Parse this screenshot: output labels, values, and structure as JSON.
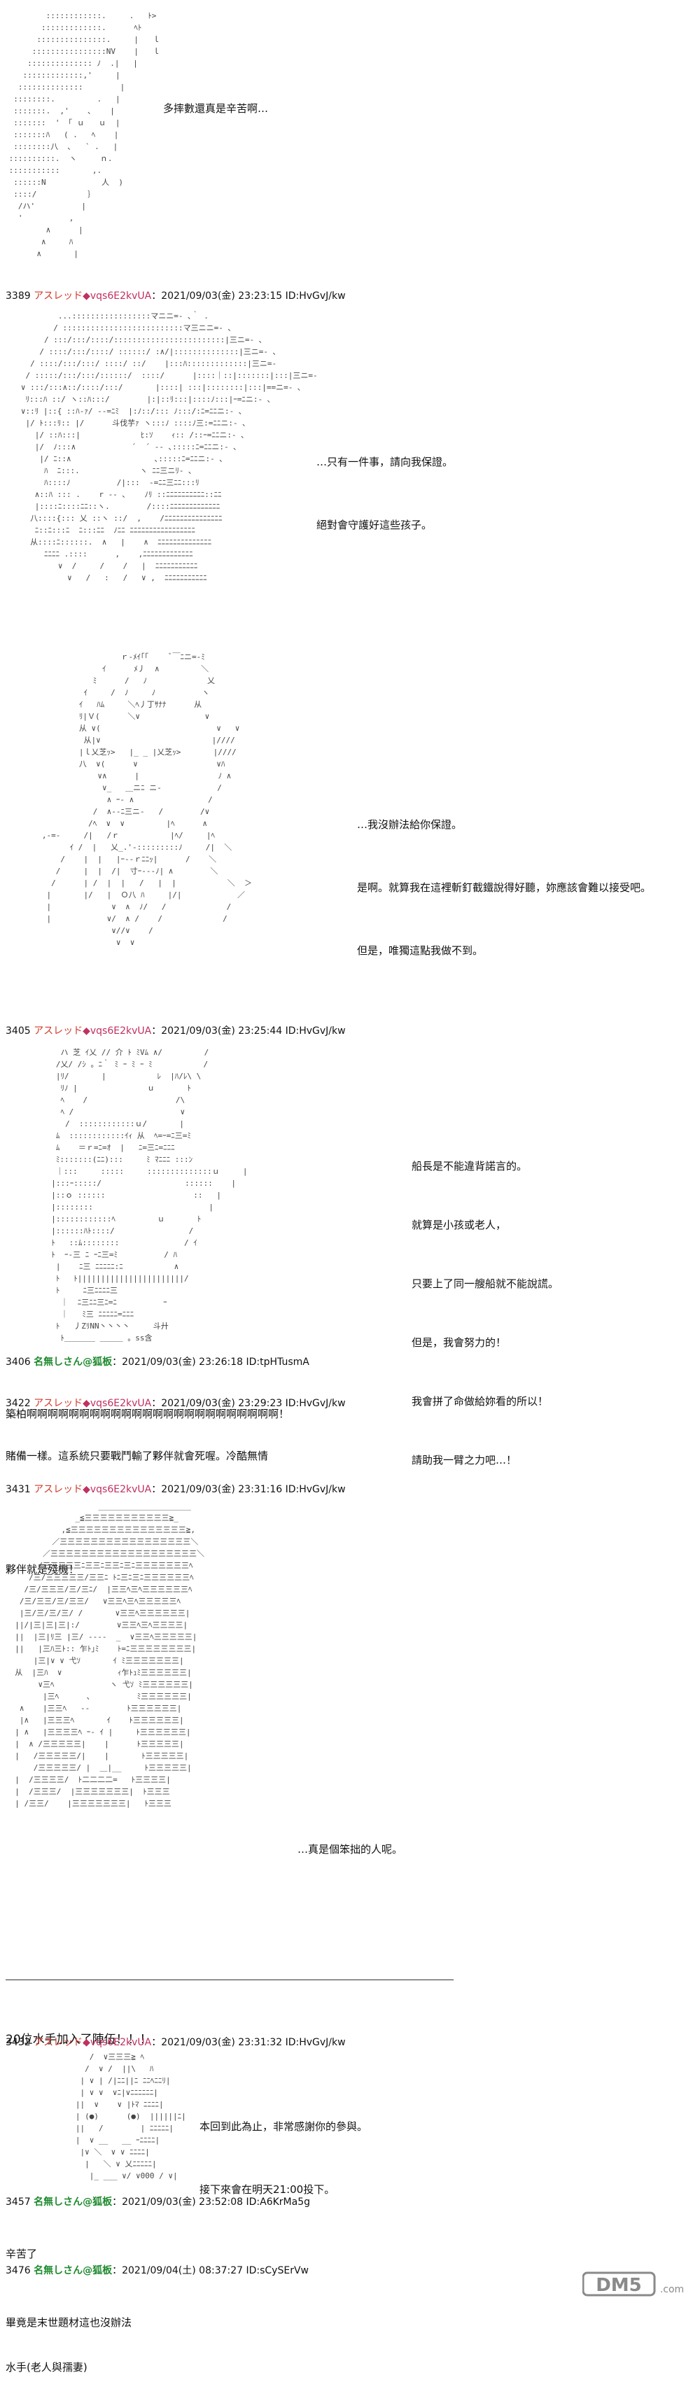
{
  "scene1": {
    "art": "         ::::::::::::.     .   ﾄ>\n        :::::::::::::.      ﾍﾄ\n       :::::::::::::::.     |   ｌ\n      ::::::::::::::::NV    |   ｌ\n     :::::::::::::: ﾉ  .|   |\n    :::::::::::::,'     |\n   ::::::::::::::        |\n  ::::::::.         .   |\n  :::::::.  ,'    ､    |\n  :::::::  ' 「 ｕ   ｕ  |\n  :::::::ﾊ   ( .   ﾍ    |\n  ::::::::八  ､   ` .   |\n ::::::::::.  ヽ     ｎ.\n :::::::::::       ,.\n  ::::::N            人  )\n  ::::/           ｝\n   /ハ'          |\n   '          ,\n         ∧      |\n        ∧     ﾊ\n       ∧       |",
    "lines": [
      "多摔數還真是辛苦啊…"
    ]
  },
  "post3389": {
    "number": "3389",
    "author": "アスレッド",
    "trip": "◆vqs6E2kvUA",
    "meta": "：2021/09/03(金) 23:23:15 ID:HvGvJ/kw",
    "art": "           ...:::::::::::::::::マニニ=‐ ､｀ .\n          / ::::::::::::::::::::::::::マ三ニニ=‐ ､\n        / :::/:::/::::/::::::::::::::::::::::::|三ニ=‐ ､\n       / ::::/:::/::::/ ::::::/ :∧/|::::::::::::::|三ニ=‐ ､\n     / ::::/:::/:::/ ::::/ ::/    |:::ﾊ:::::::::::::|三ニ=‐\n    / :::::/:::/:::/::::::/  ::::/      |::::｜::|:::::::|:::|三ニ=‐\n   ∨ :::/:::∧::/::::/:::/       |::::| :::|::::::::|:::|==ニ=‐ ､\n    ﾘ:::ﾊ ::/ ヽ::ﾊ:::/        |:|::ﾘ:::|::::ﾉ:::|ｰ=ﾆニ:‐ ､\n   ∨::ﾘ |::{ ::ﾊ-ｧ/ ‐‐=ﾆﾐ  |:ﾉ::/::: ﾉ:::/:ﾆ=ﾆﾆニ:‐ ､\n    |/ ﾄ:::ﾘ:: |/      斗伐芋ｧ ヽ:::ﾉ ::::ﾉ三:=ﾆﾆニ:‐ ､\n      |/ ::ﾊ:::|             ﾋ:ｿ    ｨ:: /::ｰ=ﾆﾆニ:‐ ､\n      |/  ﾉ:::∧            ´  ´ ‐‐ ､:::::ﾆ=ﾆﾆニ:‐ ､\n       |/ ﾆ::∧                  ､:::::ﾆ=ﾆﾆニ:‐ ､\n        ﾊ  ﾆ:::.             ヽ ﾆﾆ三ニﾘ‐ ､\n        ﾊ::::ﾉ          /|:::  ‐=ﾆﾆ三ﾆﾆ:::ﾘ \n      ∧::ﾊ ::: .    r ‐‐ ､    ﾉﾘ ::ﾆﾆﾆﾆﾆﾆﾆﾆﾆﾆ::ﾆﾆ\n      |::::ﾆ::::ﾆﾆ::ヽ.        /::::ﾆﾆﾆﾆﾆﾆﾆﾆﾆﾆﾆﾆﾆ\n     八::::{::: 乂 ::ヽ ::/  ,    /ﾆﾆﾆﾆﾆﾆﾆﾆﾆﾆﾆﾆﾆﾆﾆ\n      ﾆ::ﾆ:::ﾆ  ﾆ:::ﾆﾆ  ﾉﾆﾆ ﾆﾆﾆﾆﾆﾆﾆﾆﾆﾆﾆﾆﾆﾆﾆﾆﾆ\n     从::::ﾆ::::::.  ∧   |    ∧  ﾆﾆﾆﾆﾆﾆﾆﾆﾆﾆﾆﾆﾆﾆ\n        ﾆﾆﾆﾆ .::::      ,    ,ﾆﾆﾆﾆﾆﾆﾆﾆﾆﾆﾆﾆﾆ\n           ∨  /     /    /   |  ﾆﾆﾆﾆﾆﾆﾆﾆﾆﾆﾆ\n             ∨   /   :   /   ∨ ,  ﾆﾆﾆﾆﾆﾆﾆﾆﾆﾆﾆ",
    "lines": [
      "…只有一件事，請向我保證。",
      "絕對會守護好這些孩子。"
    ]
  },
  "scene3": {
    "art": "                    ｒ‐ﾒｲ｢｢     ﾞ￣ﾆニ=‐ﾐ\n                ｲ      ﾒ丿  ∧         ＼\n              ﾐ      /   ﾉ             乂\n            ｲ     /  ﾉ     ﾉ          ヽ\n           ｲ   ﾊﾑ     ＼ﾍ丿丁ｻﾅﾅ      从\n           ﾘ|Ｖ(      ＼∨              ∨\n           从 ∨(                         ∨   ∨\n            从|∨                        |////\n           |ｌ乂芝ｯ>   |_ _ |乂芝ｯ>       |////\n           八  ∨(      ∨                 ∨ﾊ\n               ∨∧      |                 ﾉ ∧\n                ∨_   ＿ニﾆ ニ‐            /\n                 ∧ ｰ‐ ∧                /\n              /  ∧‐‐ﾆ三ニ‐   /        /∨\n             /ﾍ  ∨  ∨         |ﾍ      ∧\n   ,-=-     /|   /ｒ           |ﾍ/     |ﾍ\n         ｲ /  |   乂_.'‐:::::::::ﾉ     /|  ＼\n       /    |  |   |ｰ‐‐ｒﾆﾆｯ|      /    ＼\n      /     |  |  /|  寸ｰ‐‐‐ﾉ| ∧        ＼\n     /      | /  |  |   /   |  |           ＼  ＞\n    |       |/   |  Ｏ八 ﾊ     |/|            ／\n    |             ∨  ∧  ﾉ/   /             /\n    |            ∨/  ∧ /    /             /\n                  ∨//∨    /\n                   ∨  ∨",
    "lines": [
      "…我沒辦法給你保證。",
      "是啊。就算我在這裡斬釘截鐵說得好聽，妳應該會難以接受吧。",
      "但是，唯獨這點我做不到。"
    ]
  },
  "post3405": {
    "number": "3405",
    "author": "アスレッド",
    "trip": "◆vqs6E2kvUA",
    "meta": "：2021/09/03(金) 23:25:44 ID:HvGvJ/kw",
    "art": "    ハ 芝 ｲ乂 // 介 ﾄ ﾐVﾑ ∧/         /\n   /乂/ /ｼ 。ﾆ｀ ﾐ ｰ ﾐ ｰ ﾐ           /\n   |ﾘ/       |           ﾚ  |ﾊ/ﾚ\\ \\\n    ﾘﾉ |               ｕ       ﾄ\n    ﾍ    /                   /\\\n    ﾍ /                       ∨\n     /  ::::::::::::ｕ/       |\n   ﾑ  ::::::::::::ｲｨ 从  ﾍ=ｰ=ﾆ三=ﾐ\n   ﾑ    ＝ｒ=ﾆ=ｵ  |   ﾆ=三ﾆ=ﾆﾆﾆ\n   ﾐ:::::::(ﾆﾆ):::     ﾐ ﾏﾆﾆﾆ :::ﾝ \n   ｜:::     :::::     ::::::::::::::ｕ     |\n  |:::ｰ:::::/                  ::::::    |\n  |::ｏ ::::::                   ::   |\n  |::::::::                         |\n  |::::::::::::ﾍ         ｕ       ﾄ\n  |::::::ﾊﾄ::::/                /\n  ﾄ   ::ﾑ::::::::              / ｲ\n  ﾄ  ｰ‐三 ﾆ ｰﾆ三=ﾐ          / ﾊ\n   |    ﾆ三 ﾆﾆﾆﾆﾆ:ﾆ           ∧\n   ﾄ   ﾄ|||||||||||||||||||||||/\n   ﾄ     ﾆ三ﾆﾆﾆﾆ三\n    ｜  ﾆ三ﾆﾆ三ﾆ=ﾆ          ｰ\n    ｜   ﾐ三 ﾆﾆﾆﾆﾆ=ﾆﾆﾆ\n   ﾄ   丿ZﾘNN丶丶丶丶     斗廾\n    ﾄ＿＿＿＿ ＿＿＿ 。ss含\n                                                    ",
    "lines": [
      "船長是不能違背諾言的。",
      "就算是小孩或老人，",
      "只要上了同一艘船就不能說謊。",
      "但是，我會努力的！",
      "我會拼了命做給妳看的所以！",
      "請助我一臂之力吧…！"
    ]
  },
  "post3406": {
    "number": "3406",
    "author": "名無しさん@狐板",
    "meta": "：2021/09/03(金) 23:26:18 ID:tpHTusmA",
    "body": [
      "築柏啊啊啊啊啊啊啊啊啊啊啊啊啊啊啊啊啊啊啊啊啊啊啊啊！"
    ]
  },
  "post3422": {
    "number": "3422",
    "author": "アスレッド",
    "trip": "◆vqs6E2kvUA",
    "meta": "：2021/09/03(金) 23:29:23 ID:HvGvJ/kw",
    "body": [
      "賭備一樣。這系統只要戰鬥輸了夥伴就會死喔。冷酷無情",
      "",
      "夥伴就是殘機！"
    ]
  },
  "post3431": {
    "number": "3431",
    "author": "アスレッド",
    "trip": "◆vqs6E2kvUA",
    "meta": "：2021/09/03(金) 23:31:16 ID:HvGvJ/kw",
    "art": "                    ____________________\n               _≦三三三三三三三三三三三≧_\n            ,≦三三三三三三三三三三三三三三三≧,\n          ／三三三三三三三三三三三三三三三三三＼\n        ／三三三三三三三三三三三三三三三三三三三＼\n       /三三三三三ﾆ三三ﾆ三三ﾆ三ﾆ三三三三三三三ﾍ\n     /三/三三三三三/三三ﾆ ﾄﾆ三ﾆ三ﾆ三三三三三三ﾍ\n    /三/三三三/三/三ﾆ/  |三三ﾍ三ﾍ三三三三三三ﾍ\n   /三/三三/三/三三/   ∨三三ﾍ三ﾍ三三三三三ﾍ\n   |三/三/三/三/ /       ∨三三ﾍ三三三三三三|\n  ||/|三|三|三|:/        ∨三三ﾍ三ﾍ三三三三|\n  ||  |三|ﾘ三 |三/ ---‐  _  ∨三三ﾍ三三三三三|\n  ||   |三ﾊ三ﾄ:: 乍ﾄ｣ﾐ    ﾄ=ﾆ三三三三三三三三|\n      |三|∨ ∨ 弋ｿ       ｲ ﾐ三三三三三三三|\n  从  |三ﾊ  ∨            ｨ乍ﾄｭﾐ三三三三三三|\n       ∨三ﾍ            ヽ 弋ｿ ﾐ三三三三三三|\n        |三ﾍ      ､          ﾐ三三三三三三|\n   ∧    |三三ﾍ   ‐-        ﾄ三三三三三三|\n   |∧   |三三三ﾍ       ｲ    ﾄ三三三三三三|\n  | ∧   |三三三三ﾍ ｰ‐ ｲ |     ﾄ三三三三三三|\n  |  ∧ /三三三三三|    |      ﾄ三三三三三|\n  |   /三三三三三/|    |       ﾄ三三三三三|\n      /三三三三三/ |  ＿|__     ﾄ三三三三三|\n  |  /三三三三/  ﾄ二二二二=   ﾄ三三三三|\n  |  /三三三/  |三三三三三三三|  ﾄ三三三\n  | /三三/    |三三三三三三三|   ﾄ三三三",
    "lines": [
      "…真是個笨拙的人呢。"
    ],
    "footer": [
      "20位水手加入了陣伍！！！"
    ]
  },
  "post3432": {
    "number": "3432",
    "author": "アスレッド",
    "trip": "◆vqs6E2kvUA",
    "meta": "：2021/09/03(金) 23:31:32 ID:HvGvJ/kw",
    "art": "      /  ∨三三三≧ ﾍ\n     /  ∨ /  ||\\   ﾊ\n    | ∨ | /|ﾆﾆ||ﾆ ﾆﾆﾍﾆﾆﾘ|\n    | ∨ ∨  ∨ﾆ|∨ﾆﾆﾆﾆﾆﾆ|\n   ||  ∨    ∨ |ﾄﾏ ﾆﾆﾆﾆ|\n   | (●)      (●)  ||||||ﾆ|\n   ||   /        | ﾆﾆﾆﾆﾆ|\n   |  ∨ __   __ ｰﾆﾆﾆﾆ|\n    |∨ ＼  ∨ ∨ ﾆﾆﾆﾆ|\n     |   ＼ ∨ 乂ﾆﾆﾆﾆﾆ|\n      |_ ___ ∨/ ∨000 / ∨|",
    "lines": [
      "本回到此為止，非常感謝你的參與。",
      "接下來會在明天21:00投下。"
    ]
  },
  "post3457": {
    "number": "3457",
    "author": "名無しさん@狐板",
    "meta": "：2021/09/03(金) 23:52:08 ID:A6KrMa5g",
    "body": [
      "辛苦了",
      "",
      "水手(老人與孺妻)"
    ]
  },
  "post3476": {
    "number": "3476",
    "author": "名無しさん@狐板",
    "meta": "：2021/09/04(土) 08:37:27 ID:sCySErVw",
    "body": [
      "畢竟是末世題材這也沒辦法"
    ]
  },
  "watermark": {
    "text": "DM5",
    "suffix": ".com",
    "color": "#8a8a8a"
  }
}
